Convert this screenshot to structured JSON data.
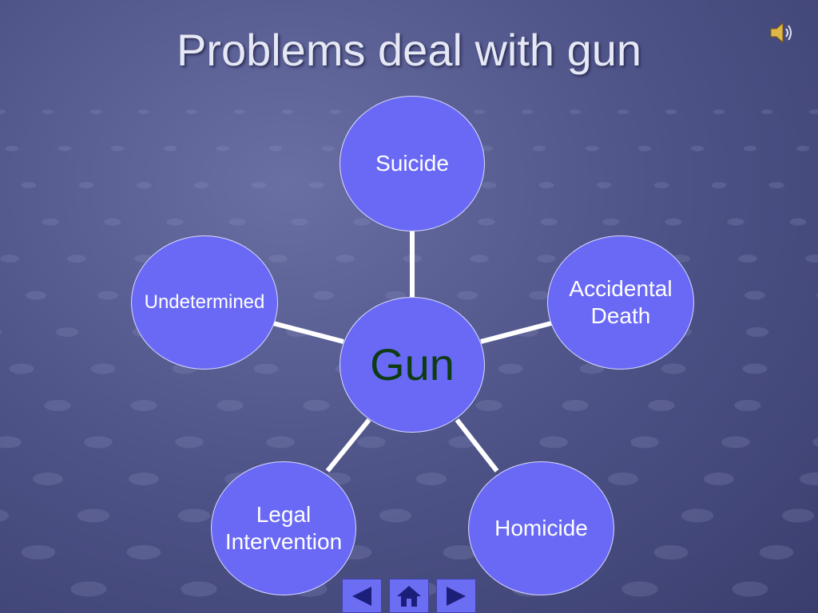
{
  "slide": {
    "title": "Problems deal with gun"
  },
  "diagram": {
    "center": "Gun",
    "nodes": [
      {
        "id": "suicide",
        "label": "Suicide"
      },
      {
        "id": "accidental-death",
        "label": "Accidental\nDeath"
      },
      {
        "id": "homicide",
        "label": "Homicide"
      },
      {
        "id": "legal-intervention",
        "label": "Legal\nIntervention"
      },
      {
        "id": "undetermined",
        "label": "Undetermined"
      }
    ]
  },
  "icons": {
    "sound": "speaker-icon",
    "prev": "left-arrow-icon",
    "home": "home-icon",
    "next": "right-arrow-icon"
  },
  "colors": {
    "node_fill": "#6969f5",
    "center_text": "#0d3b12",
    "connector": "#ffffff",
    "nav_fill": "#6b6df3"
  }
}
